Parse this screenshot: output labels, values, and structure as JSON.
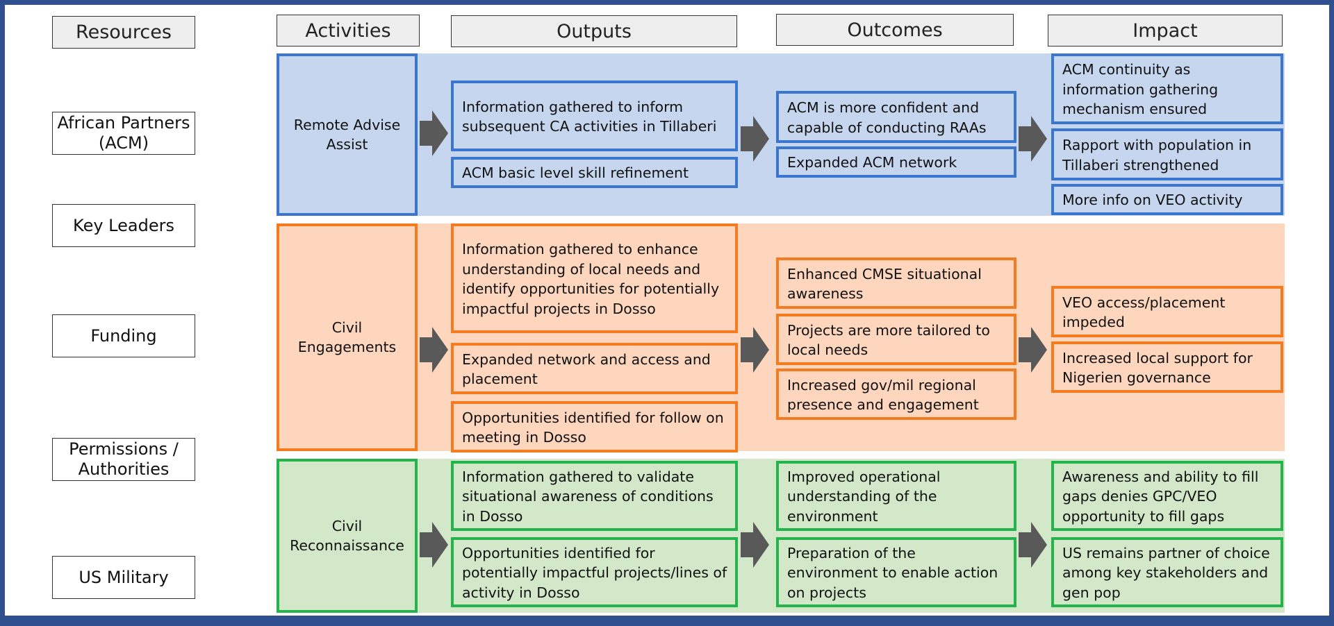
{
  "headers": {
    "resources": "Resources",
    "activities": "Activities",
    "outputs": "Outputs",
    "outcomes": "Outcomes",
    "impact": "Impact"
  },
  "resources": [
    "African Partners (ACM)",
    "Key Leaders",
    "Funding",
    "Permissions / Authorities",
    "US Military"
  ],
  "rows": {
    "blue": {
      "activity": "Remote Advise Assist",
      "outputs": [
        "Information gathered to inform subsequent CA activities in Tillaberi",
        "ACM basic level skill refinement"
      ],
      "outcomes": [
        "ACM is more confident and capable of conducting RAAs",
        "Expanded ACM network"
      ],
      "impact": [
        "ACM continuity as information gathering mechanism ensured",
        "Rapport with population in Tillaberi strengthened",
        "More info on VEO activity"
      ]
    },
    "orange": {
      "activity": "Civil Engagements",
      "outputs": [
        "Information gathered to enhance understanding of local needs and identify opportunities for potentially impactful projects in Dosso",
        "Expanded network and access and placement",
        "Opportunities identified for follow on meeting in Dosso"
      ],
      "outcomes": [
        "Enhanced CMSE situational awareness",
        "Projects are more tailored to local needs",
        "Increased gov/mil regional presence and engagement"
      ],
      "impact": [
        "VEO access/placement impeded",
        "Increased local support for Nigerien governance"
      ]
    },
    "green": {
      "activity": "Civil Reconnaissance",
      "outputs": [
        "Information gathered to validate situational awareness of conditions in Dosso",
        "Opportunities identified for potentially impactful projects/lines of activity in Dosso"
      ],
      "outcomes": [
        "Improved operational understanding of the environment",
        "Preparation of the environment to enable action on projects"
      ],
      "impact": [
        "Awareness and ability to fill gaps denies GPC/VEO opportunity to fill gaps",
        "US remains partner of choice among key stakeholders and gen pop"
      ]
    }
  },
  "colors": {
    "frame": "#2f4f8f",
    "blue_fill": "#c5d6ee",
    "blue_border": "#3a76cf",
    "orange_fill": "#fdd6bd",
    "orange_border": "#f47b1f",
    "green_fill": "#d2e8c9",
    "green_border": "#25b34b",
    "arrow": "#595959"
  }
}
